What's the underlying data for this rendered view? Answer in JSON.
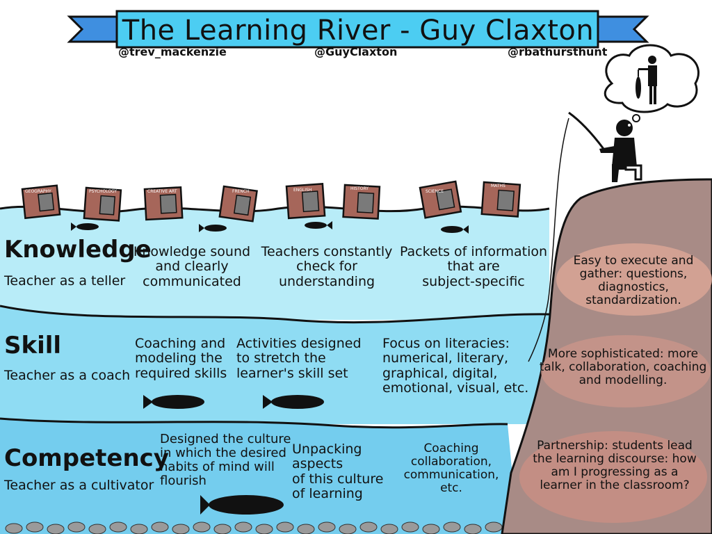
{
  "title": "The Learning River - Guy Claxton",
  "handles": {
    "left": "@trev_mackenzie",
    "center": "@GuyClaxton",
    "right": "@rbathursthunt"
  },
  "crates": [
    "GEOGRAPHY",
    "PSYCHOLOGY",
    "CREATIVE ART",
    "FRENCH",
    "ENGLISH",
    "HISTORY",
    "SCIENCE",
    "MATHS"
  ],
  "rows": {
    "knowledge": {
      "level": "Knowledge",
      "role": "Teacher as a teller",
      "c1": "Knowledge sound\nand clearly\ncommunicated",
      "c2": "Teachers constantly\ncheck for\nunderstanding",
      "c3": "Packets of information\nthat are\nsubject-specific",
      "bank": "Easy to execute and\ngather: questions,\ndiagnostics, standardization."
    },
    "skill": {
      "level": "Skill",
      "role": "Teacher as a coach",
      "c1": "Coaching and\nmodeling the\nrequired skills",
      "c2": "Activities designed\nto stretch the\nlearner's skill set",
      "c3": "Focus on literacies:\nnumerical, literary,\ngraphical, digital,\nemotional, visual, etc.",
      "bank": "More sophisticated: more\ntalk, collaboration, coaching\nand modelling."
    },
    "competency": {
      "level": "Competency",
      "role": "Teacher as a cultivator",
      "c1": "Designed the culture\nin which the desired\nhabits of mind will\nflourish",
      "c2": "Unpacking aspects\nof this culture\nof learning",
      "c3": "Coaching\ncollaboration,\ncommunication, etc.",
      "bank": "Partnership: students lead\nthe learning discourse: how\nam I progressing as a\nlearner in the classroom?"
    }
  },
  "colors": {
    "banner": "#4ccdf2",
    "ribbon": "#3f8fe0",
    "water_top": "#b8ecf8",
    "water_mid": "#8fdcf3",
    "water_deep": "#74cdee",
    "bank": "#a88b86",
    "bank_note": "#d9a595",
    "crate": "#a6665a",
    "fish": "#111111"
  }
}
